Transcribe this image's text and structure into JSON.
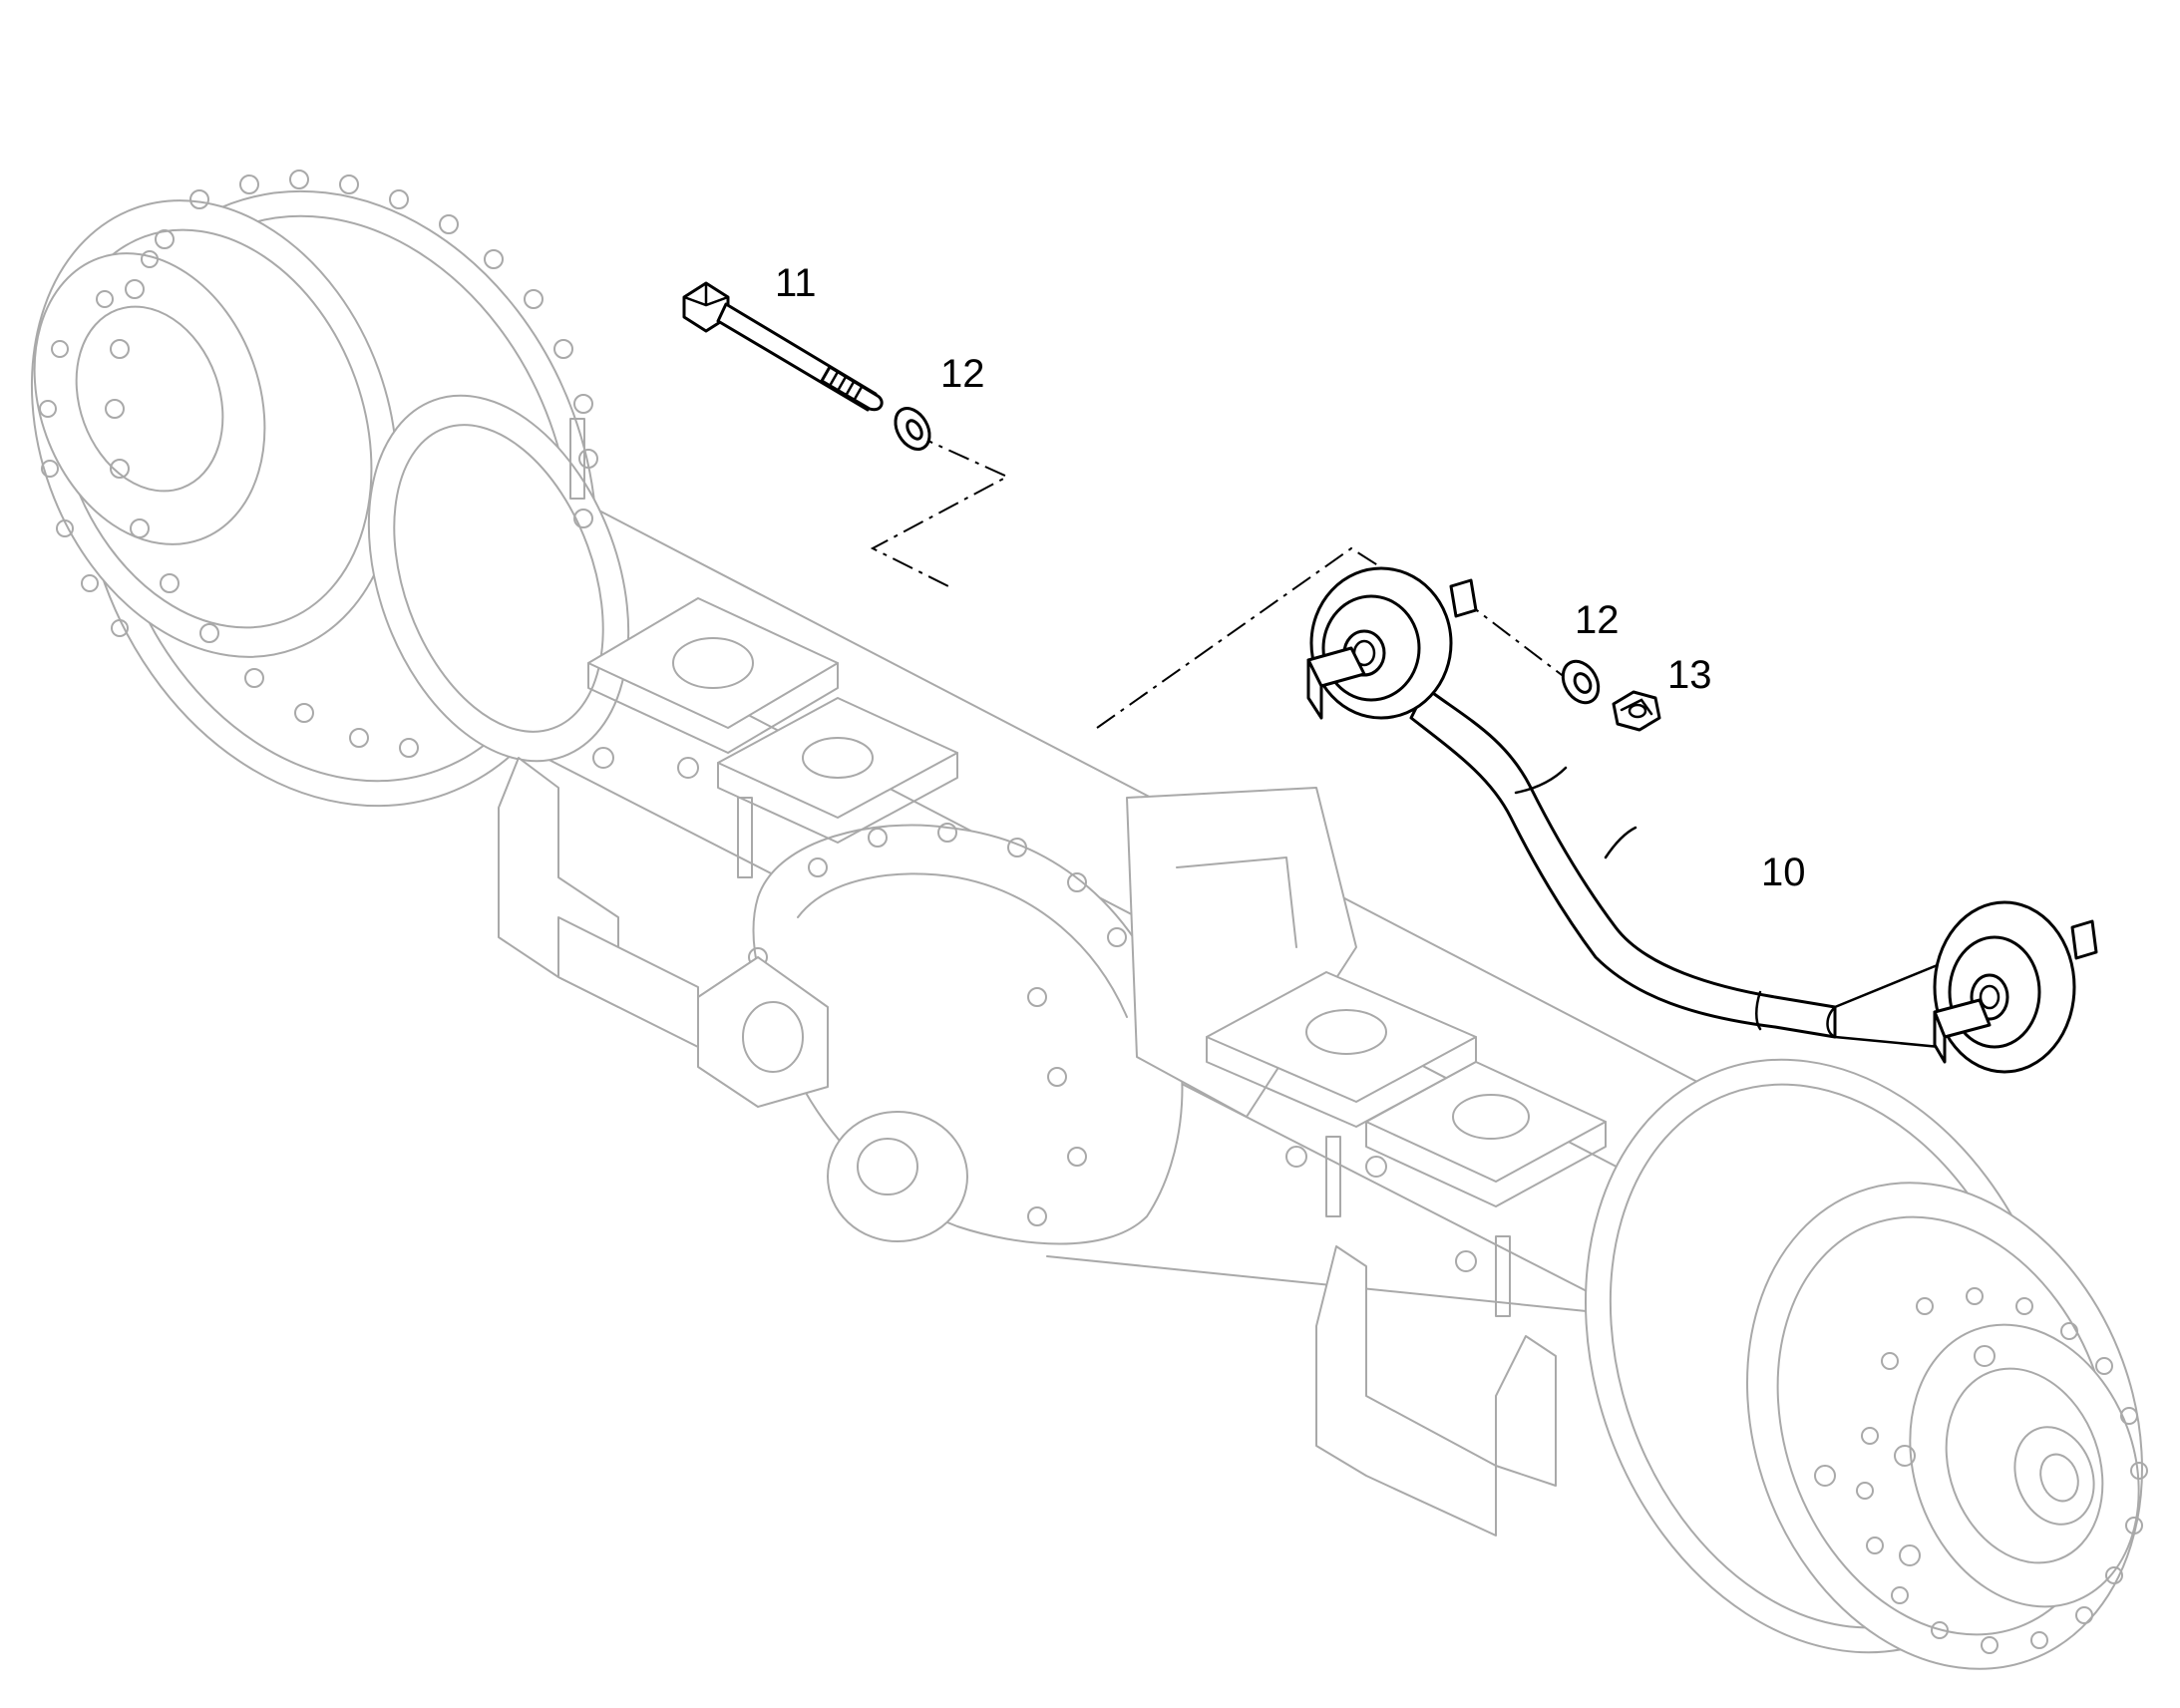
{
  "colors": {
    "background": "#ffffff",
    "ghost_lines": "#a9a9a9",
    "highlight_parts": "#000000"
  },
  "callouts": {
    "bolt": "11",
    "washer_top": "12",
    "washer_right": "12",
    "nut": "13",
    "torque_rod": "10"
  }
}
